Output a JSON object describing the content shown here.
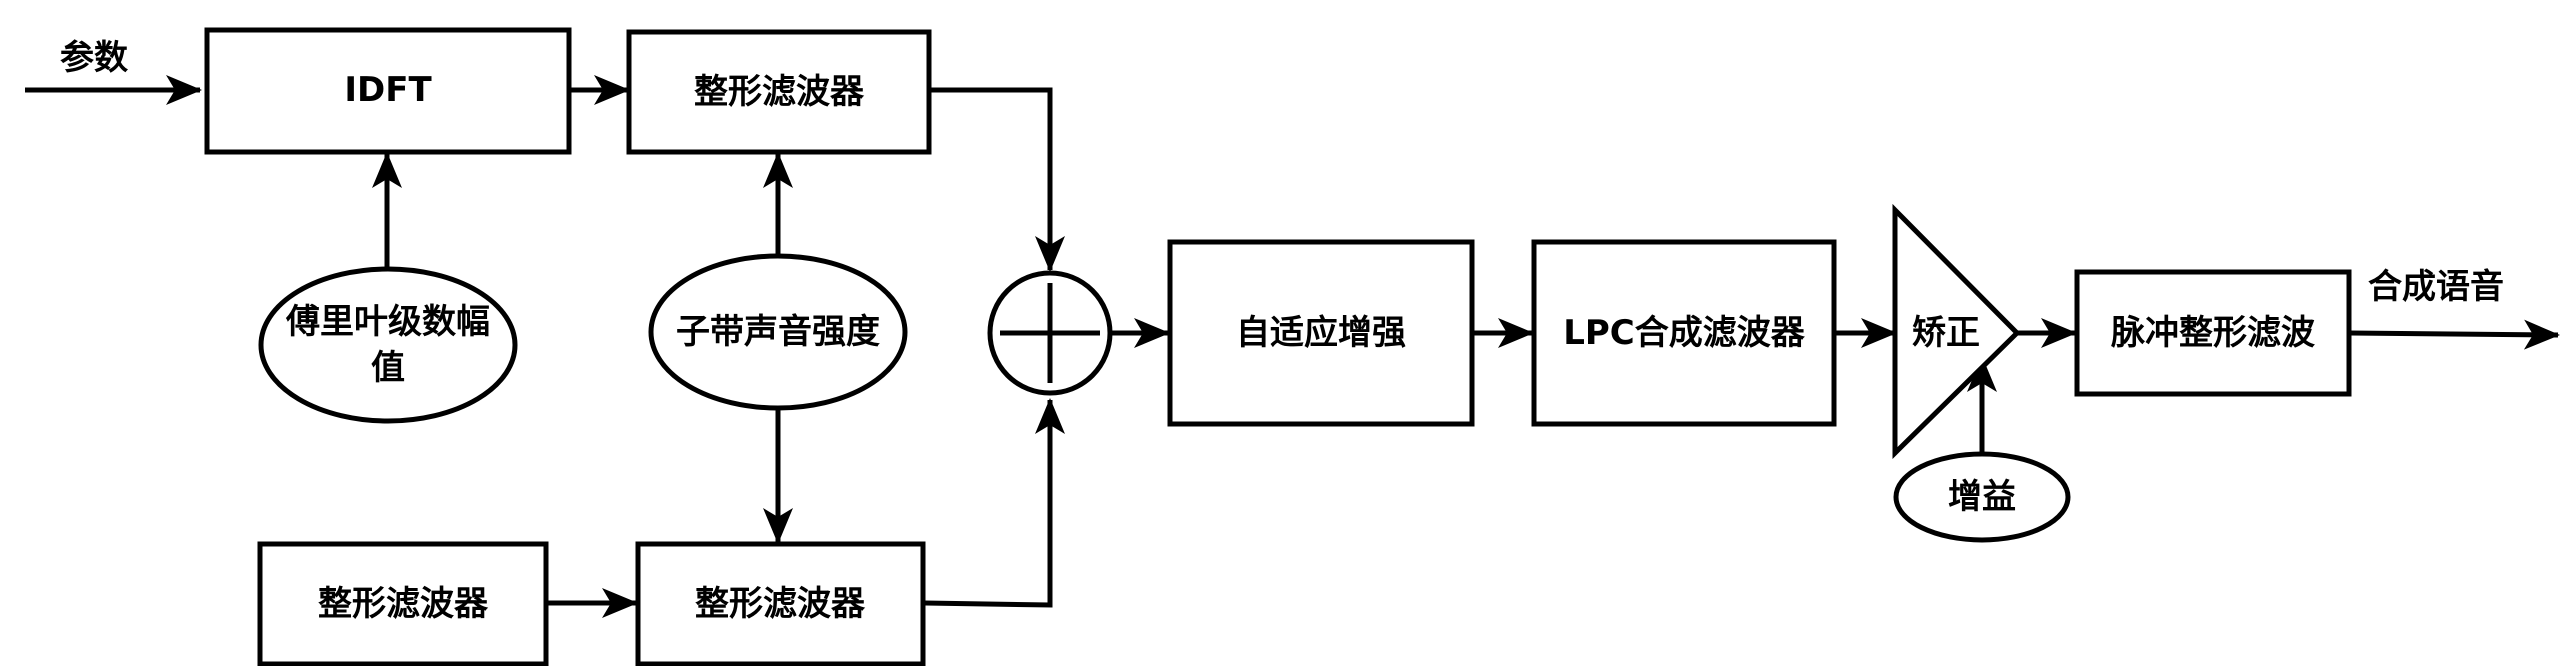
{
  "diagram": {
    "input_label": "参数",
    "output_label": "合成语音",
    "idft": "IDFT",
    "shaping_filter_top": "整形滤波器",
    "shaping_filter_left": "整形滤波器",
    "shaping_filter_bottom": "整形滤波器",
    "fourier_amplitude_line1": "傅里叶级数幅",
    "fourier_amplitude_line2": "值",
    "subband_intensity": "子带声音强度",
    "adaptive_enhance": "自适应增强",
    "lpc_filter": "LPC合成滤波器",
    "correction": "矫正",
    "gain": "增益",
    "pulse_shaping": "脉冲整形滤波",
    "colors": {
      "stroke": "#000000",
      "fill": "#ffffff"
    }
  }
}
